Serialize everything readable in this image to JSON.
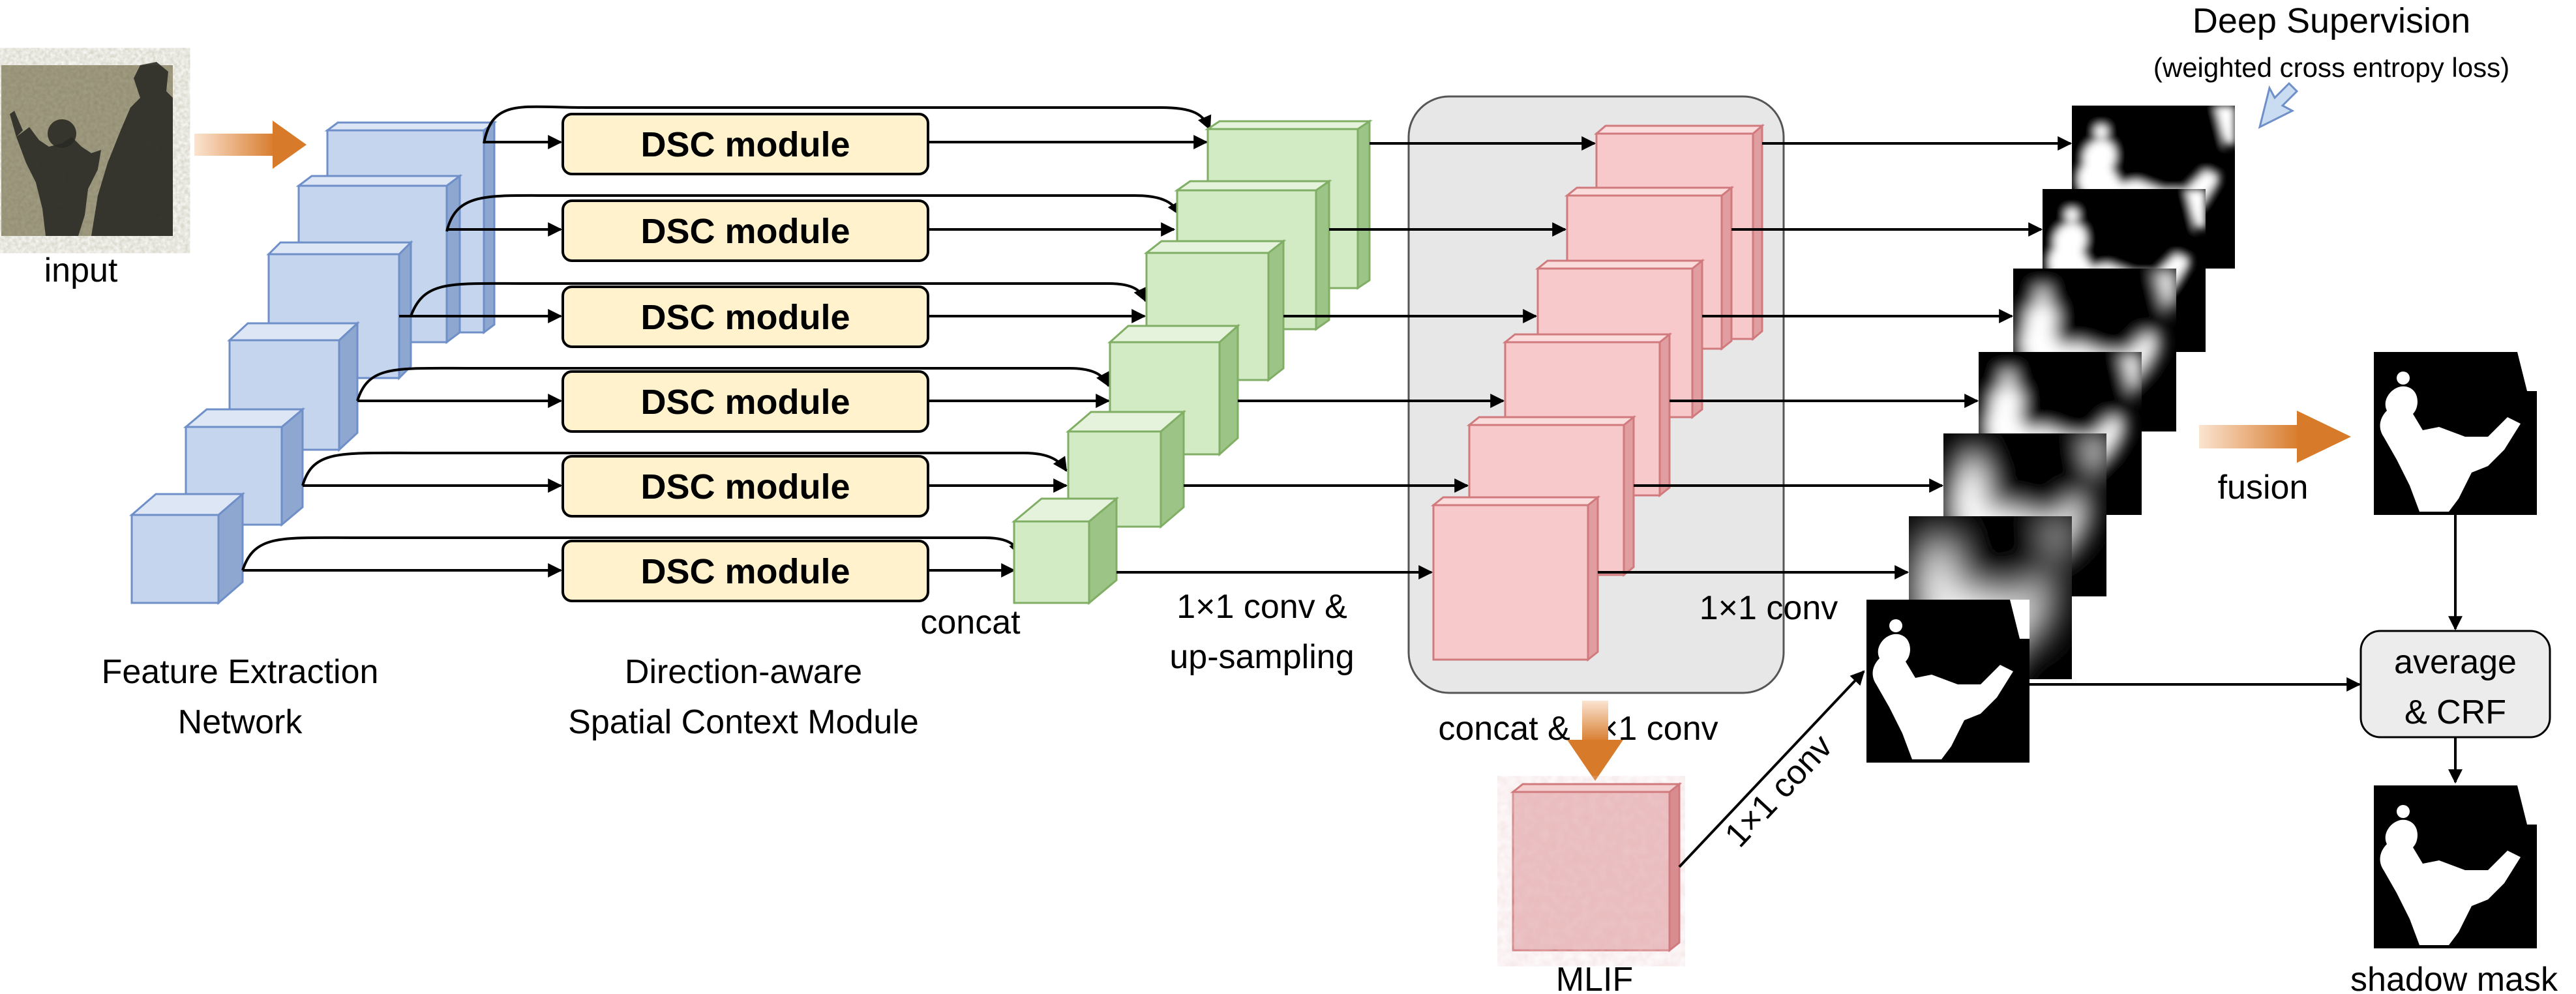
{
  "labels": {
    "input": "input",
    "feature_line1": "Feature Extraction",
    "feature_line2": "Network",
    "dasc_line1": "Direction-aware",
    "dasc_line2": "Spatial Context Module",
    "concat": "concat",
    "upsample_line1": "1×1 conv &",
    "upsample_line2": "up-sampling",
    "concat_conv": "concat & 1×1 conv",
    "conv_1x1": "1×1 conv",
    "conv_1x1_diag": "1×1 conv",
    "mlif": "MLIF",
    "deep_sup_title": "Deep Supervision",
    "deep_sup_sub": "(weighted cross entropy loss)",
    "fusion": "fusion",
    "avg_line1": "average",
    "avg_line2": "& CRF",
    "shadow_mask": "shadow mask"
  },
  "dsc_modules": [
    "DSC module",
    "DSC module",
    "DSC module",
    "DSC module",
    "DSC module",
    "DSC module"
  ],
  "colors": {
    "feature_cube": "#c5d5ee",
    "feature_edge": "#6f8fc8",
    "concat_cube": "#d3ebc5",
    "concat_edge": "#7fae64",
    "mlif_cube": "#f8c9cb",
    "mlif_edge": "#d07a7d",
    "dsc_fill": "#fff2cc",
    "gray_region": "#e7e7e7",
    "orange_arrow": "#d77a2a",
    "avg_box": "#ececec"
  }
}
